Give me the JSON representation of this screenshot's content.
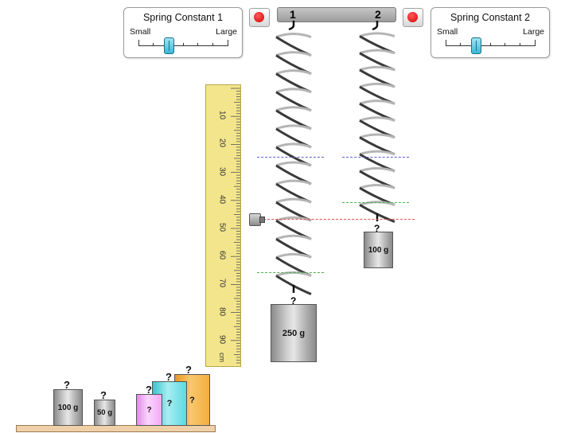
{
  "spring_constant_1": {
    "title": "Spring Constant 1",
    "min_label": "Small",
    "max_label": "Large",
    "value": 0.32
  },
  "spring_constant_2": {
    "title": "Spring Constant 2",
    "min_label": "Small",
    "max_label": "Large",
    "value": 0.32
  },
  "springs": {
    "label_1": "1",
    "label_2": "2"
  },
  "ruler": {
    "ticks": [
      "10",
      "20",
      "30",
      "40",
      "50",
      "60",
      "70",
      "80",
      "90"
    ],
    "unit": "cm"
  },
  "hung_masses": {
    "spring1": "250 g",
    "spring2": "100 g"
  },
  "shelf_masses": {
    "mass_100g": "100 g",
    "mass_50g": "50 g",
    "unknown": "?",
    "hook_mark": "?"
  },
  "colors": {
    "equilibrium_line": "#5b5bd6",
    "reference_line": "#e05050",
    "displacement_line": "#49b349",
    "ruler": "#f3e58b",
    "mystery_pink": "#f2aaf6",
    "mystery_cyan": "#5fd9e0",
    "mystery_orange": "#f4ae3f"
  }
}
